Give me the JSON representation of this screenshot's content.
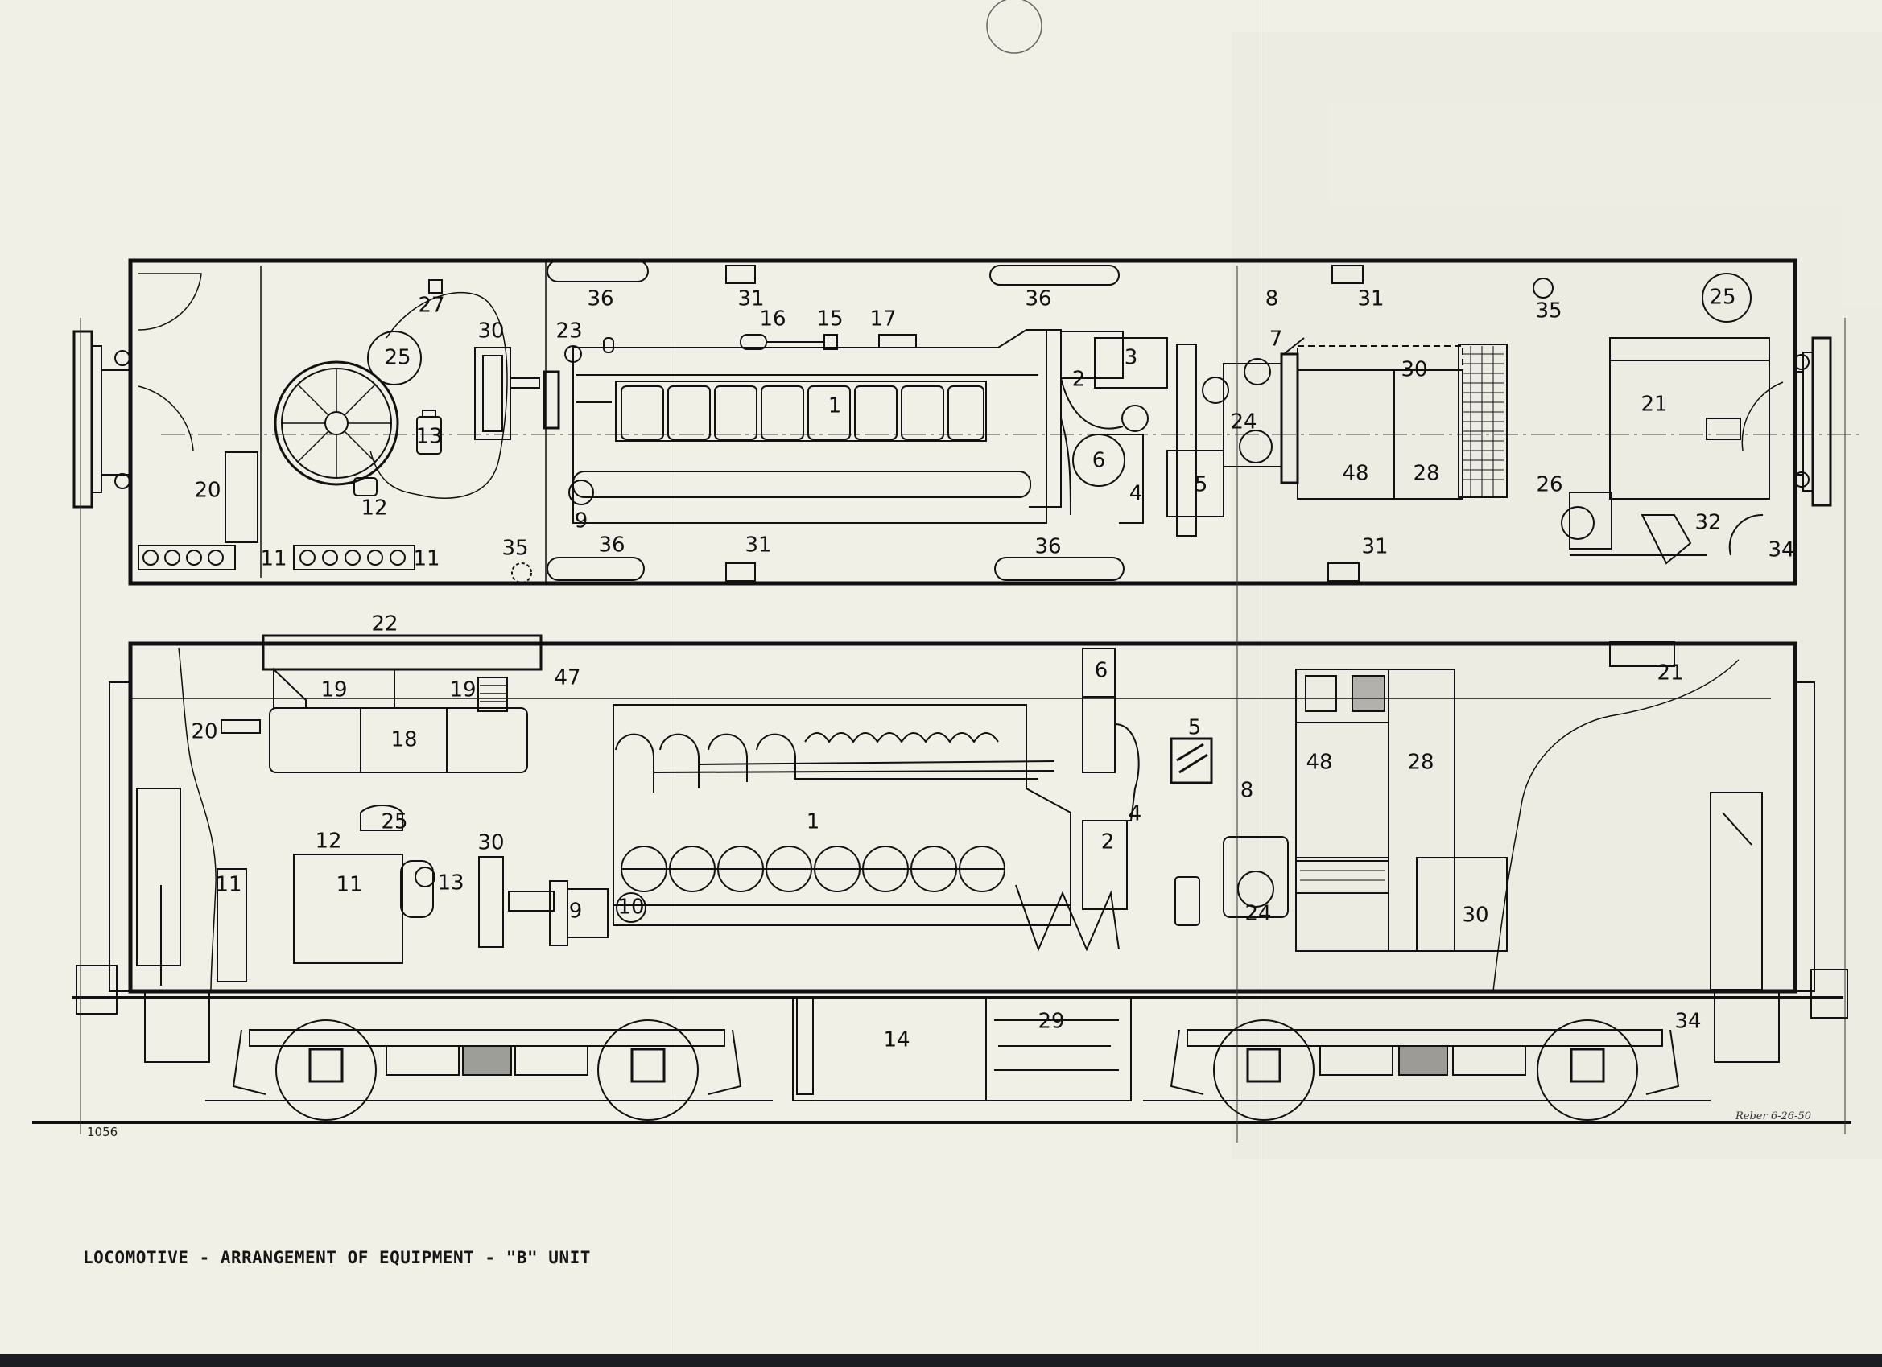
{
  "caption": "LOCOMOTIVE - ARRANGEMENT OF EQUIPMENT - \"B\" UNIT",
  "sheet_number": "1056",
  "signature": "Reber 6-26-50",
  "colors": {
    "paper": "#f1f0e6",
    "ink": "#111111"
  },
  "plan_view": {
    "callouts": [
      {
        "id": "plan-27",
        "text": "27"
      },
      {
        "id": "plan-30a",
        "text": "30"
      },
      {
        "id": "plan-25a",
        "text": "25"
      },
      {
        "id": "plan-23",
        "text": "23"
      },
      {
        "id": "plan-36a",
        "text": "36"
      },
      {
        "id": "plan-31a",
        "text": "31"
      },
      {
        "id": "plan-16",
        "text": "16"
      },
      {
        "id": "plan-15",
        "text": "15"
      },
      {
        "id": "plan-17",
        "text": "17"
      },
      {
        "id": "plan-36b",
        "text": "36"
      },
      {
        "id": "plan-3",
        "text": "3"
      },
      {
        "id": "plan-8",
        "text": "8"
      },
      {
        "id": "plan-31b",
        "text": "31"
      },
      {
        "id": "plan-35a",
        "text": "35"
      },
      {
        "id": "plan-25b",
        "text": "25"
      },
      {
        "id": "plan-7",
        "text": "7"
      },
      {
        "id": "plan-2",
        "text": "2"
      },
      {
        "id": "plan-1",
        "text": "1"
      },
      {
        "id": "plan-13",
        "text": "13"
      },
      {
        "id": "plan-24",
        "text": "24"
      },
      {
        "id": "plan-30b",
        "text": "30"
      },
      {
        "id": "plan-21",
        "text": "21"
      },
      {
        "id": "plan-6",
        "text": "6"
      },
      {
        "id": "plan-20",
        "text": "20"
      },
      {
        "id": "plan-48",
        "text": "48"
      },
      {
        "id": "plan-28",
        "text": "28"
      },
      {
        "id": "plan-12",
        "text": "12"
      },
      {
        "id": "plan-4",
        "text": "4"
      },
      {
        "id": "plan-5",
        "text": "5"
      },
      {
        "id": "plan-9",
        "text": "9"
      },
      {
        "id": "plan-26",
        "text": "26"
      },
      {
        "id": "plan-32",
        "text": "32"
      },
      {
        "id": "plan-11a",
        "text": "11"
      },
      {
        "id": "plan-11b",
        "text": "11"
      },
      {
        "id": "plan-35b",
        "text": "35"
      },
      {
        "id": "plan-36c",
        "text": "36"
      },
      {
        "id": "plan-31c",
        "text": "31"
      },
      {
        "id": "plan-36d",
        "text": "36"
      },
      {
        "id": "plan-31d",
        "text": "31"
      },
      {
        "id": "plan-34",
        "text": "34"
      }
    ]
  },
  "elevation_view": {
    "callouts": [
      {
        "id": "elev-22",
        "text": "22"
      },
      {
        "id": "elev-6",
        "text": "6"
      },
      {
        "id": "elev-21",
        "text": "21"
      },
      {
        "id": "elev-19a",
        "text": "19"
      },
      {
        "id": "elev-19b",
        "text": "19"
      },
      {
        "id": "elev-47",
        "text": "47"
      },
      {
        "id": "elev-20",
        "text": "20"
      },
      {
        "id": "elev-18",
        "text": "18"
      },
      {
        "id": "elev-5",
        "text": "5"
      },
      {
        "id": "elev-48",
        "text": "48"
      },
      {
        "id": "elev-28",
        "text": "28"
      },
      {
        "id": "elev-8",
        "text": "8"
      },
      {
        "id": "elev-25",
        "text": "25"
      },
      {
        "id": "elev-1",
        "text": "1"
      },
      {
        "id": "elev-4",
        "text": "4"
      },
      {
        "id": "elev-12",
        "text": "12"
      },
      {
        "id": "elev-30a",
        "text": "30"
      },
      {
        "id": "elev-2",
        "text": "2"
      },
      {
        "id": "elev-11a",
        "text": "11"
      },
      {
        "id": "elev-11b",
        "text": "11"
      },
      {
        "id": "elev-13",
        "text": "13"
      },
      {
        "id": "elev-9",
        "text": "9"
      },
      {
        "id": "elev-10",
        "text": "10"
      },
      {
        "id": "elev-24",
        "text": "24"
      },
      {
        "id": "elev-30b",
        "text": "30"
      },
      {
        "id": "elev-29",
        "text": "29"
      },
      {
        "id": "elev-14",
        "text": "14"
      },
      {
        "id": "elev-34",
        "text": "34"
      }
    ]
  }
}
